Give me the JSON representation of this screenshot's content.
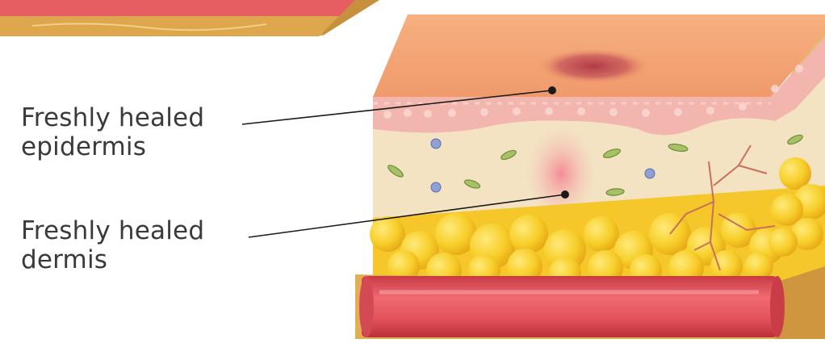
{
  "labels": {
    "epidermis": {
      "line1": "Freshly healed",
      "line2": "epidermis"
    },
    "dermis": {
      "line1": "Freshly healed",
      "line2": "dermis"
    }
  },
  "colors": {
    "skin_surface": "#f2a477",
    "epidermis_layer": "#f2b6ae",
    "dermis_layer": "#f3e3c3",
    "fat_globules": "#f7cf2a",
    "blood_vessel": "#e2525b",
    "wound_mark": "#b7414a",
    "base_brown": "#d8a24a",
    "leader_line": "#1a1a1a",
    "label_text": "#3a3a3a"
  },
  "icons": [
    "fibroblast-cell-icon",
    "immune-cell-icon",
    "capillary-icon"
  ]
}
